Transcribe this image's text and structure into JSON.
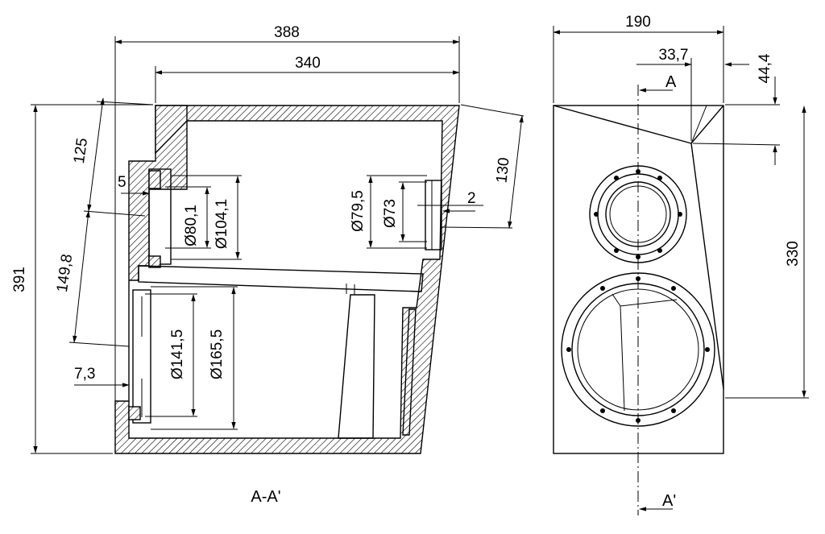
{
  "section": {
    "dims": {
      "overall_width": "388",
      "top_width": "340",
      "height": "391",
      "upper": "125",
      "mid": "149,8",
      "right_height": "130",
      "wall_inset": "5",
      "port_offset": "2",
      "bottom_inset": "7,3",
      "d_80": "Ø80,1",
      "d_104": "Ø104,1",
      "d_79": "Ø79,5",
      "d_73": "Ø73",
      "d_141": "Ø141,5",
      "d_165": "Ø165,5"
    },
    "label": "A-A'"
  },
  "front": {
    "dims": {
      "width": "190",
      "offset_337": "33,7",
      "offset_444": "44,4",
      "height": "330"
    },
    "section_mark_top": "A",
    "section_mark_bottom": "A'"
  },
  "colors": {
    "line": "#000000",
    "background": "#ffffff"
  }
}
